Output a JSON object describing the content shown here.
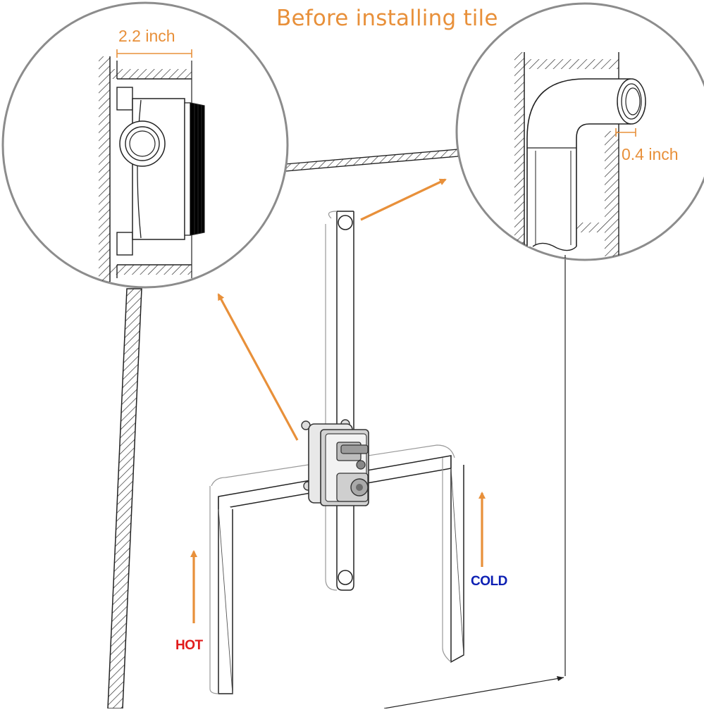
{
  "title": "Before installing tile",
  "callouts": {
    "left_dimension": "2.2 inch",
    "right_dimension": "0.4 inch"
  },
  "labels": {
    "hot": "HOT",
    "cold": "COLD"
  },
  "colors": {
    "accent": "#e8903a",
    "hot": "#e11b1b",
    "cold": "#0c1fb3",
    "line": "#1a1a1a",
    "circle": "#8c8c8c"
  }
}
